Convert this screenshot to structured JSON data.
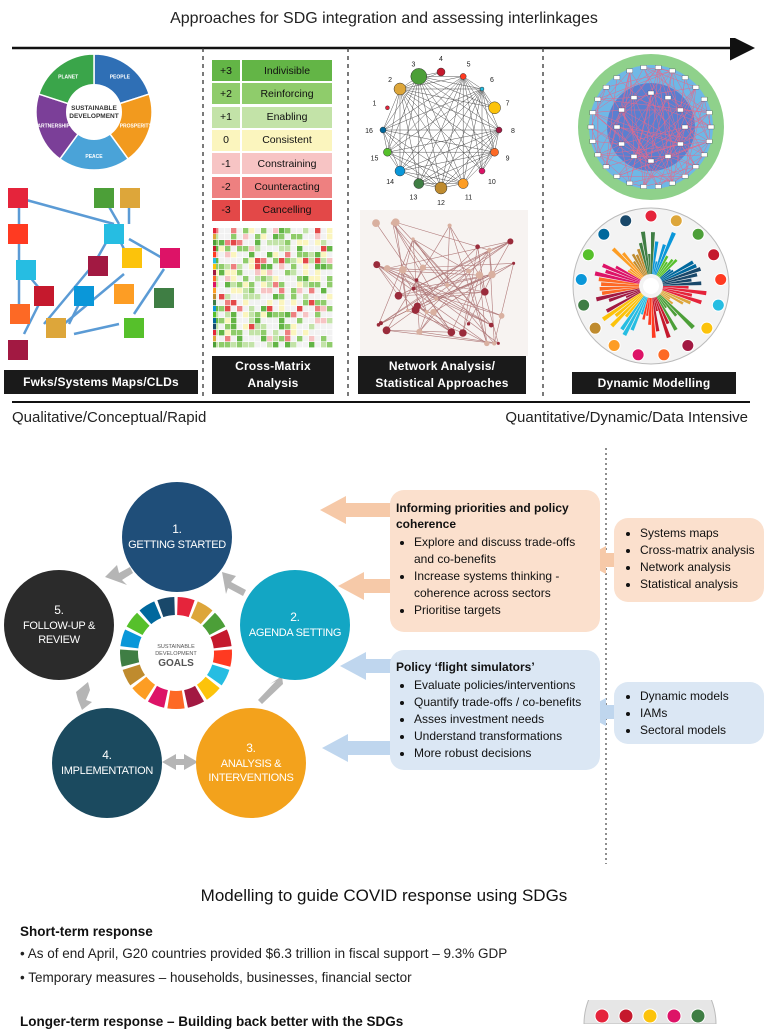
{
  "top": {
    "title": "Approaches for SDG integration and assessing interlinkages",
    "left_axis_label": "Qualitative/Conceptual/Rapid",
    "right_axis_label": "Quantitative/Dynamic/Data Intensive"
  },
  "columns": {
    "col1_label": "Fwks/Systems Maps/CLDs",
    "col2_label_line1": "Cross-Matrix",
    "col2_label_line2": "Analysis",
    "col3_label_line1": "Network Analysis/",
    "col3_label_line2": "Statistical Approaches",
    "col4_label": "Dynamic Modelling"
  },
  "wheel5p": {
    "center_line1": "SUSTAINABLE",
    "center_line2": "DEVELOPMENT",
    "segments": [
      "PEOPLE",
      "PROSPERITY",
      "PEACE",
      "PARTNERSHIP",
      "PLANET"
    ],
    "colors": [
      "#2f6fb5",
      "#f29a1e",
      "#4aa3d8",
      "#7b3f98",
      "#3aa54a"
    ]
  },
  "scale": [
    {
      "num": "+3",
      "label": "Indivisible",
      "color": "#63b546"
    },
    {
      "num": "+2",
      "label": "Reinforcing",
      "color": "#8fcc6b"
    },
    {
      "num": "+1",
      "label": "Enabling",
      "color": "#c3e3a8"
    },
    {
      "num": "0",
      "label": "Consistent",
      "color": "#fbf5be"
    },
    {
      "num": "-1",
      "label": "Constraining",
      "color": "#f7c4c4"
    },
    {
      "num": "-2",
      "label": "Counteracting",
      "color": "#ee8080"
    },
    {
      "num": "-3",
      "label": "Cancelling",
      "color": "#e34848"
    }
  ],
  "network_nodes": [
    "1",
    "2",
    "3",
    "4",
    "5",
    "6",
    "7",
    "8",
    "9",
    "10",
    "11",
    "12",
    "13",
    "14",
    "15",
    "16"
  ],
  "cycle": {
    "step1_num": "1.",
    "step1_label": "GETTING STARTED",
    "step2_num": "2.",
    "step2_label": "AGENDA SETTING",
    "step3_num": "3.",
    "step3_label_line1": "ANALYSIS &",
    "step3_label_line2": "INTERVENTIONS",
    "step4_num": "4.",
    "step4_label": "IMPLEMENTATION",
    "step5_num": "5.",
    "step5_label_line1": "FOLLOW-UP &",
    "step5_label_line2": "REVIEW",
    "center_line1": "SUSTAINABLE",
    "center_line2": "DEVELOPMENT",
    "center_line3": "GOALS"
  },
  "informing": {
    "title_line1": "Informing priorities and policy",
    "title_line2": "coherence",
    "bullets": [
      "Explore and discuss trade-offs and co-benefits",
      "Increase systems thinking - coherence across sectors",
      "Prioritise targets"
    ]
  },
  "methods_peach": [
    "Systems maps",
    "Cross-matrix analysis",
    "Network analysis",
    "Statistical analysis"
  ],
  "flight": {
    "title": "Policy ‘flight simulators’",
    "bullets": [
      "Evaluate policies/interventions",
      "Quantify trade-offs / co-benefits",
      "Asses investment needs",
      "Understand transformations",
      "More robust decisions"
    ]
  },
  "methods_blue": [
    "Dynamic models",
    "IAMs",
    "Sectoral models"
  ],
  "bottom": {
    "title": "Modelling to guide COVID response using SDGs",
    "short_term_title": "Short-term response",
    "short_term_bullets": [
      "As of end April, G20 countries provided $6.3 trillion in fiscal support – 9.3% GDP",
      "Temporary measures – households, businesses, financial sector"
    ],
    "longer_term_title": "Longer-term response – Building back better with the SDGs"
  },
  "sdg_colors": [
    "#e5243b",
    "#dda63a",
    "#4c9f38",
    "#c5192d",
    "#ff3a21",
    "#26bde2",
    "#fcc30b",
    "#a21942",
    "#fd6925",
    "#dd1367",
    "#fd9d24",
    "#bf8b2e",
    "#3f7e44",
    "#0a97d9",
    "#56c02b",
    "#00689d",
    "#19486a"
  ]
}
